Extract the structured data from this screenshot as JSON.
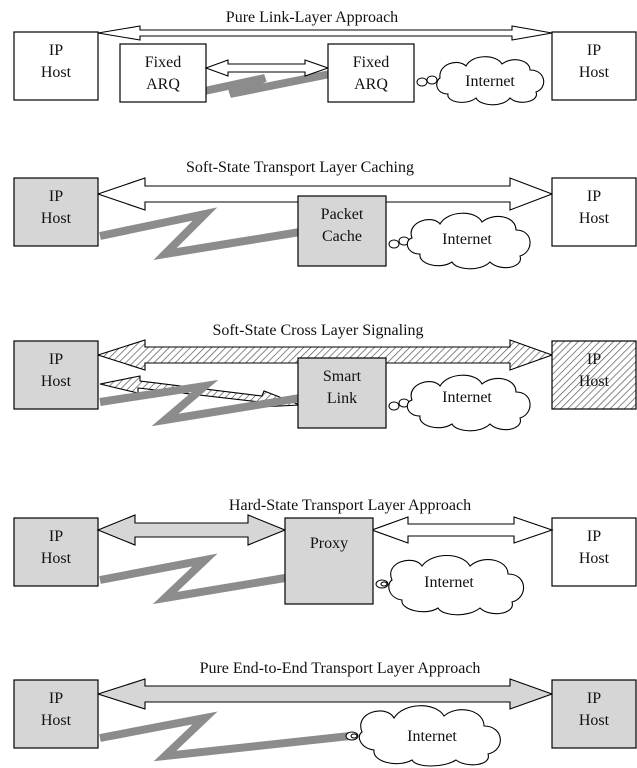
{
  "panels": [
    {
      "title": "Pure Link-Layer Approach",
      "left_host": [
        "IP",
        "Host"
      ],
      "right_host": [
        "IP",
        "Host"
      ],
      "left_mid": [
        "Fixed",
        "ARQ"
      ],
      "mid": [
        "Fixed",
        "ARQ"
      ],
      "cloud": "Internet"
    },
    {
      "title": "Soft-State Transport Layer Caching",
      "left_host": [
        "IP",
        "Host"
      ],
      "right_host": [
        "IP",
        "Host"
      ],
      "mid": [
        "Packet",
        "Cache"
      ],
      "cloud": "Internet"
    },
    {
      "title": "Soft-State Cross Layer Signaling",
      "left_host": [
        "IP",
        "Host"
      ],
      "right_host": [
        "IP",
        "Host"
      ],
      "mid": [
        "Smart",
        "Link"
      ],
      "cloud": "Internet"
    },
    {
      "title": "Hard-State Transport Layer Approach",
      "left_host": [
        "IP",
        "Host"
      ],
      "right_host": [
        "IP",
        "Host"
      ],
      "mid": [
        "Proxy"
      ],
      "cloud": "Internet"
    },
    {
      "title": "Pure End-to-End Transport Layer Approach",
      "left_host": [
        "IP",
        "Host"
      ],
      "right_host": [
        "IP",
        "Host"
      ],
      "cloud": "Internet"
    }
  ],
  "colors": {
    "gray_fill": "#d6d6d6",
    "wireless_link": "#8c8c8c",
    "outline": "#000000"
  }
}
